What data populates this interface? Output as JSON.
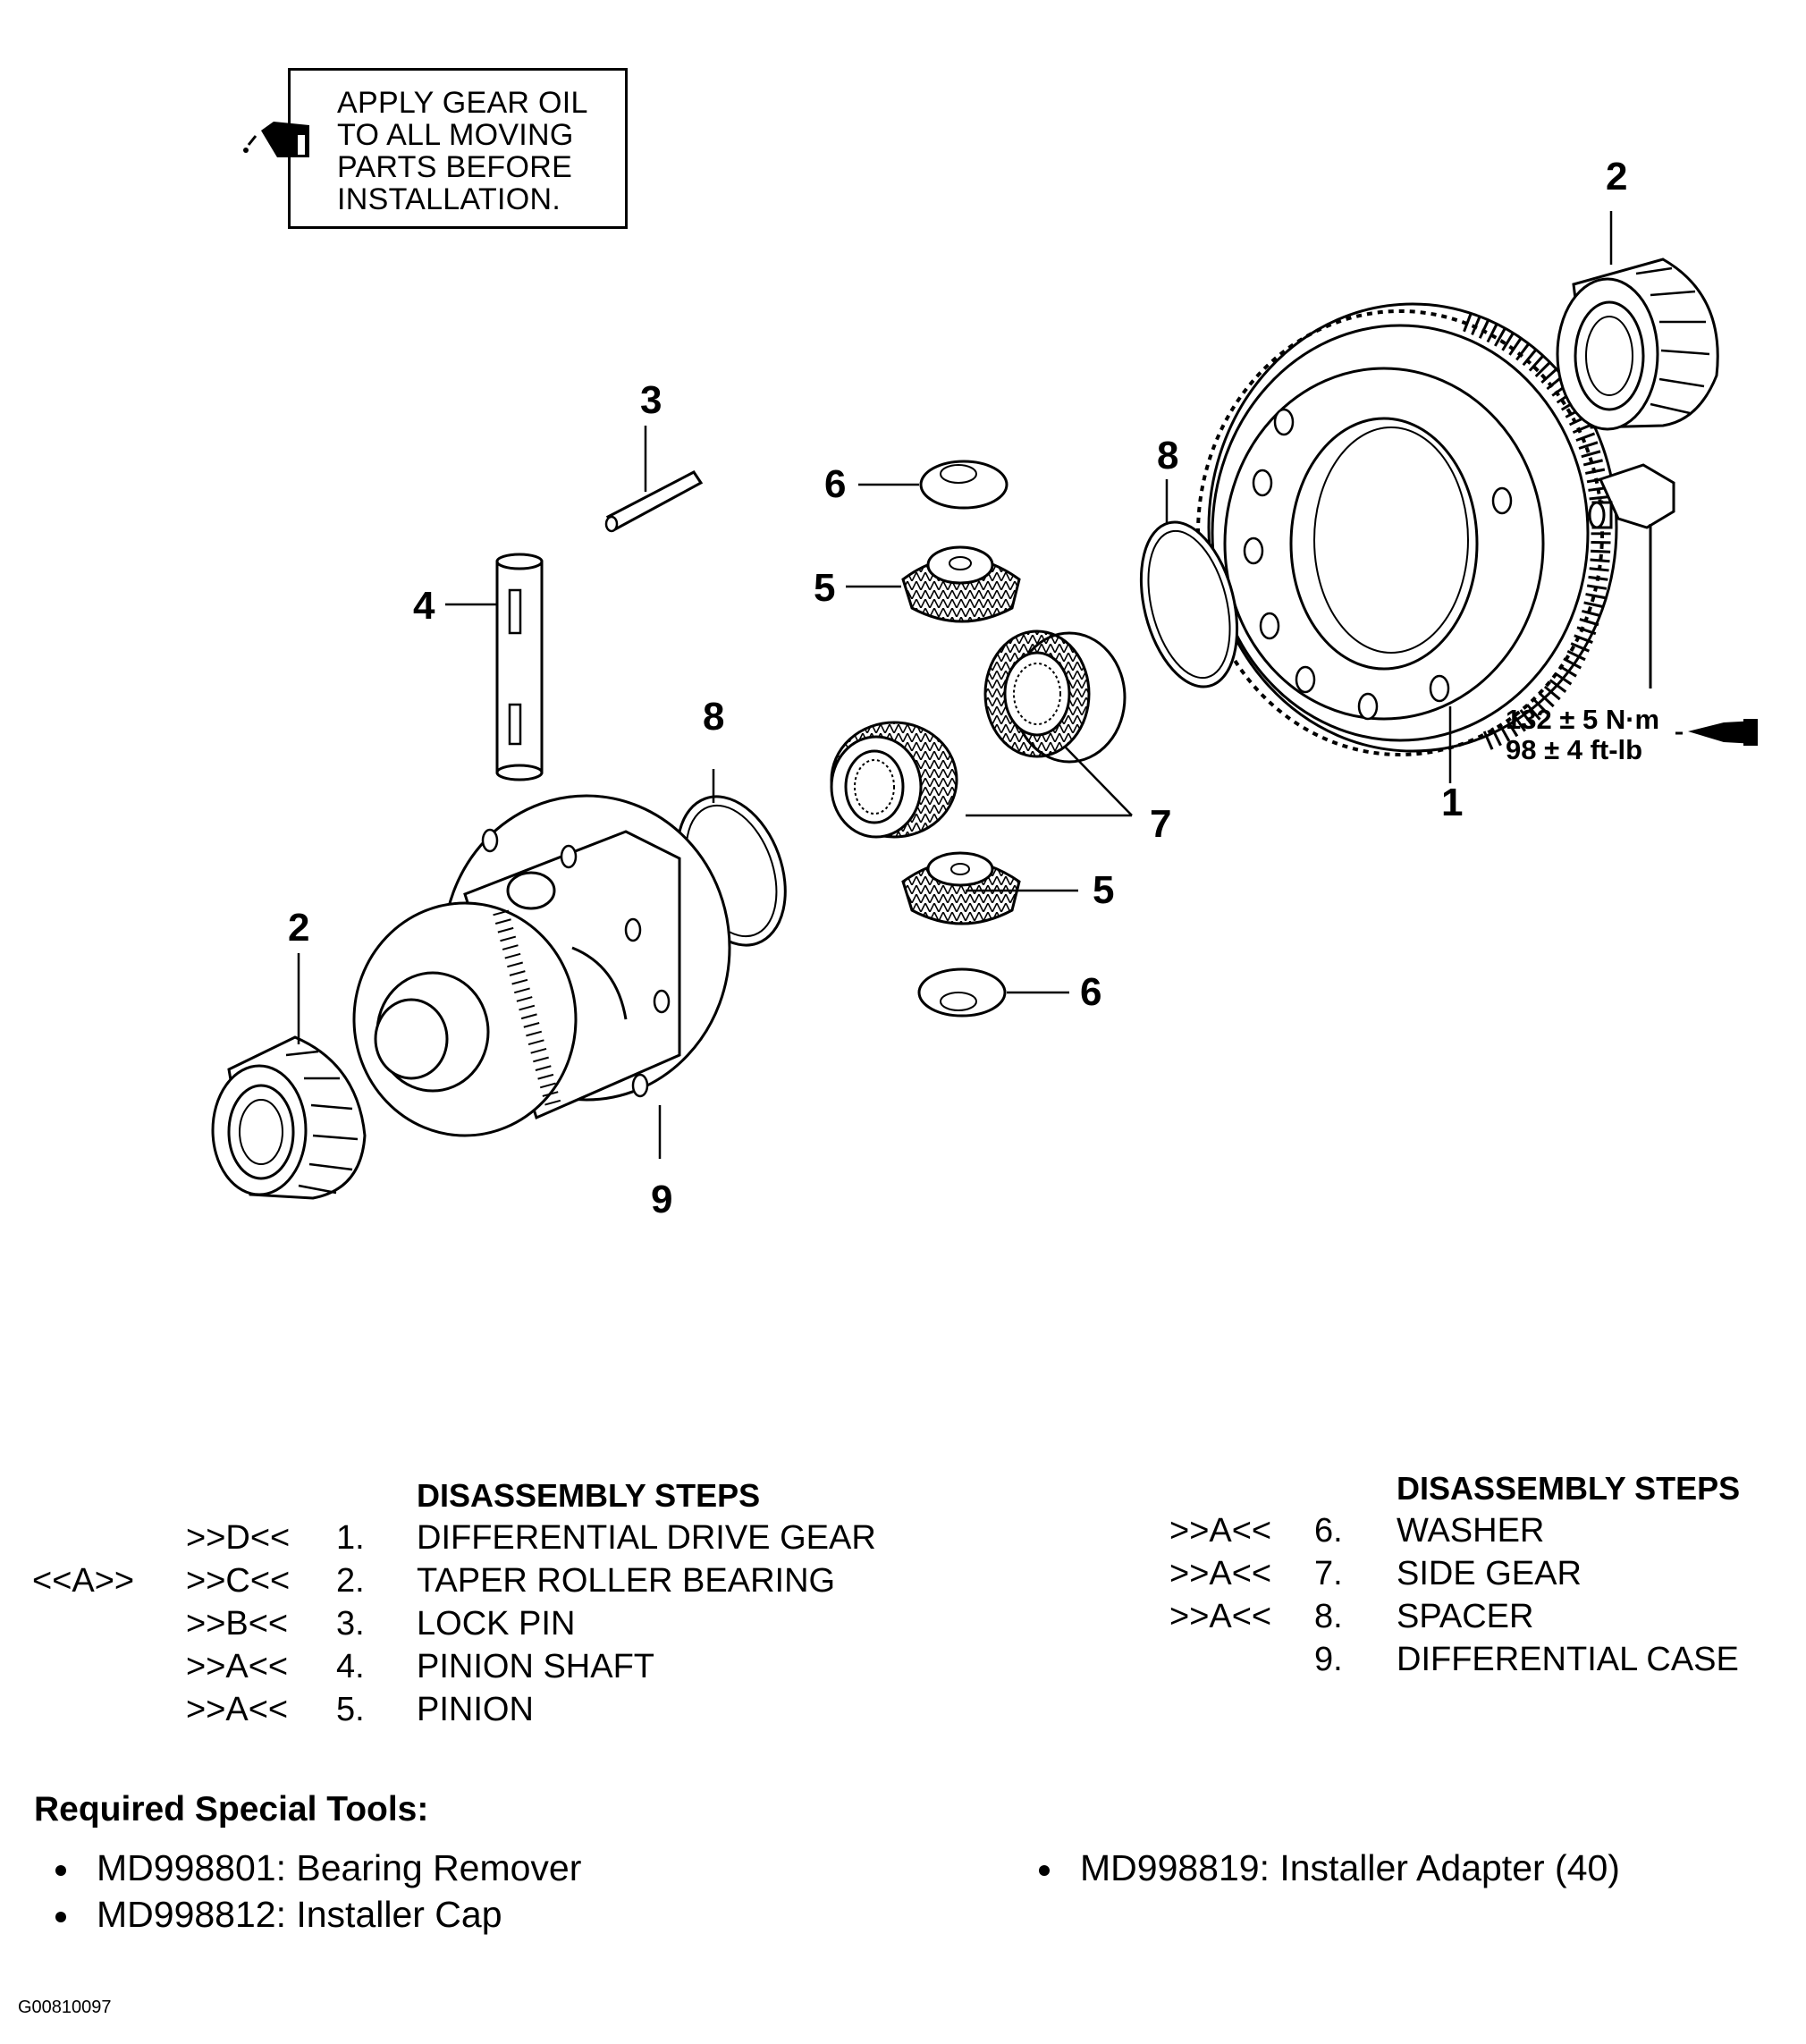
{
  "note": {
    "lines": [
      "APPLY GEAR OIL",
      "TO ALL MOVING",
      "PARTS BEFORE",
      "INSTALLATION."
    ],
    "icon": "oil-can-icon"
  },
  "callouts": {
    "c1": "1",
    "c2_top": "2",
    "c2_left": "2",
    "c3": "3",
    "c4": "4",
    "c5_top": "5",
    "c5_bottom": "5",
    "c6_top": "6",
    "c6_bottom": "6",
    "c7": "7",
    "c8_right": "8",
    "c8_left": "8",
    "c9": "9"
  },
  "torque": {
    "metric": "132 ± 5 N·m",
    "imperial": "98 ± 4 ft-lb",
    "icon": "sealant-tube-icon"
  },
  "steps": {
    "left_title": "DISASSEMBLY STEPS",
    "right_title": "DISASSEMBLY STEPS",
    "left": [
      {
        "remove": "",
        "install": ">>D<<",
        "num": "1.",
        "name": "DIFFERENTIAL DRIVE GEAR"
      },
      {
        "remove": "<<A>>",
        "install": ">>C<<",
        "num": "2.",
        "name": "TAPER ROLLER BEARING"
      },
      {
        "remove": "",
        "install": ">>B<<",
        "num": "3.",
        "name": "LOCK PIN"
      },
      {
        "remove": "",
        "install": ">>A<<",
        "num": "4.",
        "name": "PINION SHAFT"
      },
      {
        "remove": "",
        "install": ">>A<<",
        "num": "5.",
        "name": "PINION"
      }
    ],
    "right": [
      {
        "install": ">>A<<",
        "num": "6.",
        "name": "WASHER"
      },
      {
        "install": ">>A<<",
        "num": "7.",
        "name": "SIDE GEAR"
      },
      {
        "install": ">>A<<",
        "num": "8.",
        "name": "SPACER"
      },
      {
        "install": "",
        "num": "9.",
        "name": "DIFFERENTIAL CASE"
      }
    ]
  },
  "tools": {
    "title": "Required Special Tools:",
    "items": [
      "MD998801: Bearing Remover",
      "MD998812: Installer Cap",
      "MD998819: Installer Adapter (40)"
    ]
  },
  "figure_id": "G00810097"
}
